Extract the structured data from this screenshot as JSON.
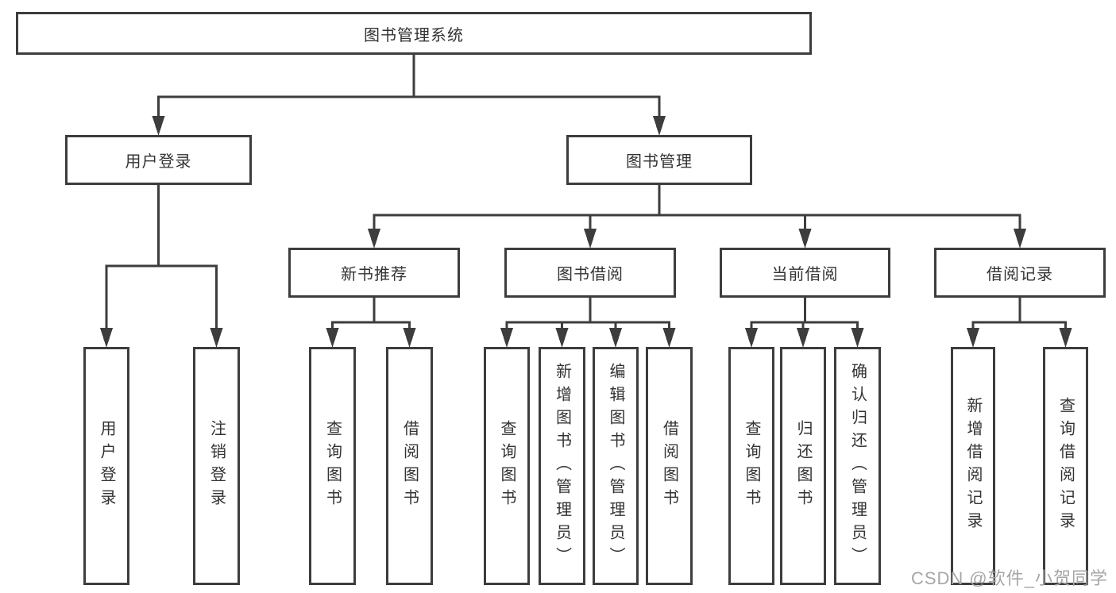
{
  "colors": {
    "line": "#3d3d3d",
    "box_border": "#3d3d3d",
    "box_background": "#ffffff",
    "text": "#333333",
    "watermark": "#a6a6a6",
    "background": "#ffffff"
  },
  "watermark": {
    "text": "CSDN @软件_小贺同学"
  },
  "tree": {
    "id": "system",
    "label": "图书管理系统",
    "orientation": "horizontal",
    "children": [
      {
        "id": "user-login",
        "label": "用户登录",
        "orientation": "horizontal",
        "children": [
          {
            "id": "login-leaf",
            "label": "用户登录",
            "orientation": "vertical"
          },
          {
            "id": "logout-leaf",
            "label": "注销登录",
            "orientation": "vertical"
          }
        ]
      },
      {
        "id": "book-mgmt",
        "label": "图书管理",
        "orientation": "horizontal",
        "children": [
          {
            "id": "new-book-rec",
            "label": "新书推荐",
            "orientation": "horizontal",
            "children": [
              {
                "id": "query-books-1",
                "label": "查询图书",
                "orientation": "vertical"
              },
              {
                "id": "borrow-books-1",
                "label": "借阅图书",
                "orientation": "vertical"
              }
            ]
          },
          {
            "id": "book-borrow",
            "label": "图书借阅",
            "orientation": "horizontal",
            "children": [
              {
                "id": "query-books-2",
                "label": "查询图书",
                "orientation": "vertical"
              },
              {
                "id": "add-books",
                "label": "新增图书（管理员）",
                "orientation": "vertical"
              },
              {
                "id": "edit-books",
                "label": "编辑图书（管理员）",
                "orientation": "vertical"
              },
              {
                "id": "borrow-books-2",
                "label": "借阅图书",
                "orientation": "vertical"
              }
            ]
          },
          {
            "id": "current-borrow",
            "label": "当前借阅",
            "orientation": "horizontal",
            "children": [
              {
                "id": "query-books-3",
                "label": "查询图书",
                "orientation": "vertical"
              },
              {
                "id": "return-books",
                "label": "归还图书",
                "orientation": "vertical"
              },
              {
                "id": "confirm-return",
                "label": "确认归还（管理员）",
                "orientation": "vertical"
              }
            ]
          },
          {
            "id": "borrow-records",
            "label": "借阅记录",
            "orientation": "horizontal",
            "children": [
              {
                "id": "add-borrow-rec",
                "label": "新增借阅记录",
                "orientation": "vertical"
              },
              {
                "id": "query-borrow-rec",
                "label": "查询借阅记录",
                "orientation": "vertical"
              }
            ]
          }
        ]
      }
    ]
  }
}
